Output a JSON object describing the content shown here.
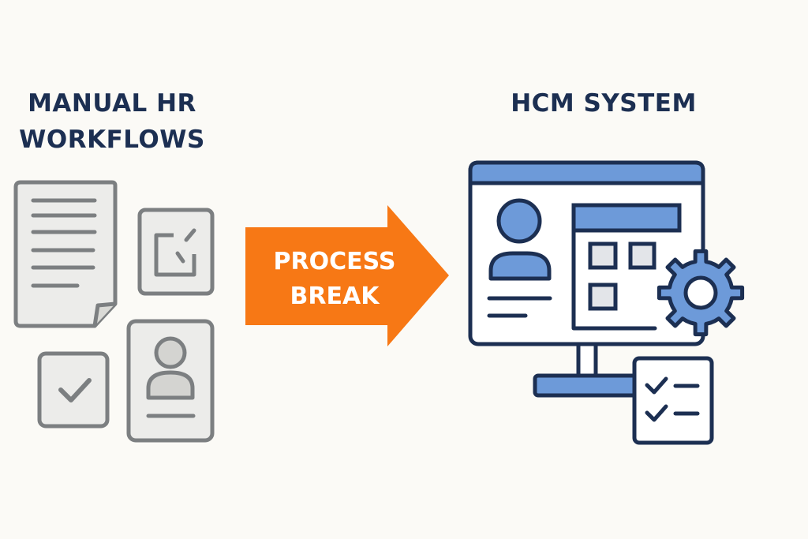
{
  "left_panel": {
    "title_line1": "MANUAL HR",
    "title_line2": "WORKFLOWS",
    "icons": [
      "document-icon",
      "edit-form-icon",
      "checkbox-icon",
      "employee-id-card-icon"
    ]
  },
  "arrow": {
    "label_line1": "PROCESS",
    "label_line2": "BREAK",
    "color": "#f77815"
  },
  "right_panel": {
    "title": "HCM SYSTEM",
    "icons": [
      "monitor-icon",
      "user-profile-icon",
      "gear-icon",
      "checklist-icon"
    ]
  },
  "colors": {
    "navy": "#1c2f52",
    "blue": "#6d9ad9",
    "gray": "#7c7f81",
    "gray_fill": "#ececea",
    "background": "#fbfaf6"
  }
}
